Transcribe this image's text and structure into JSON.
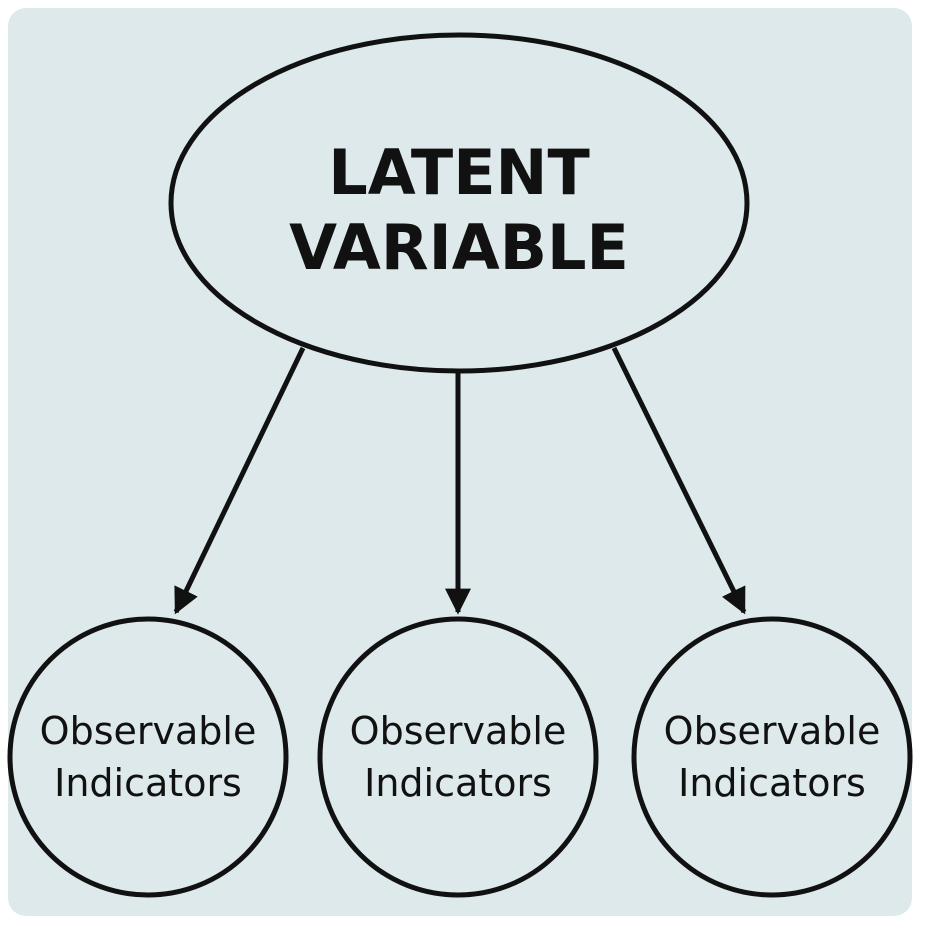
{
  "colors": {
    "background": "#dde9ea",
    "stroke": "#111111",
    "text": "#111111"
  },
  "latent": {
    "line1": "LATENT",
    "line2": "VARIABLE"
  },
  "indicators": [
    {
      "line1": "Observable",
      "line2": "Indicators"
    },
    {
      "line1": "Observable",
      "line2": "Indicators"
    },
    {
      "line1": "Observable",
      "line2": "Indicators"
    }
  ]
}
